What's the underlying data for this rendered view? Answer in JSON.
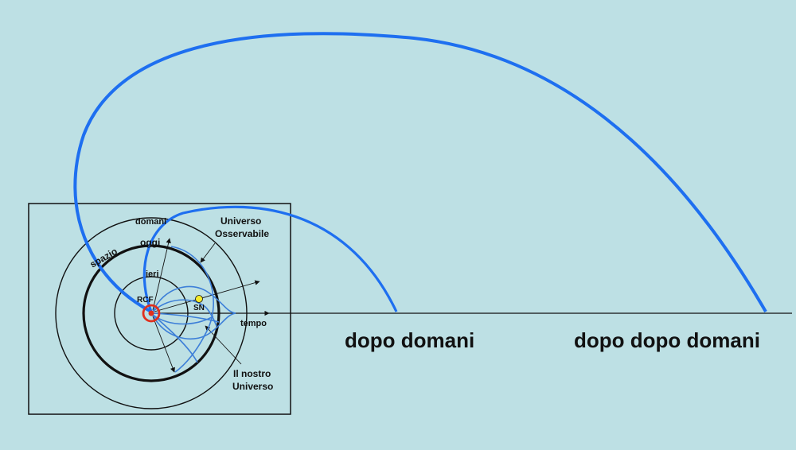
{
  "colors": {
    "background": "#bde0e4",
    "curve": "#1e6ff0",
    "inner_curve": "#3d7fd8",
    "ink": "#111111",
    "rcf_ring": "#e0301e",
    "sn_dot": "#f4ea2a"
  },
  "labels": {
    "spazio": "spazio",
    "domani": "domani",
    "oggi": "oggi",
    "ieri": "ieri",
    "rcf": "RCF",
    "sn": "SN",
    "tempo": "tempo",
    "universo_osservabile_1": "Universo",
    "universo_osservabile_2": "Osservabile",
    "nostro_universo_1": "Il nostro",
    "nostro_universo_2": "Universo",
    "dopo_domani": "dopo domani",
    "dopo_dopo_domani": "dopo dopo domani"
  }
}
